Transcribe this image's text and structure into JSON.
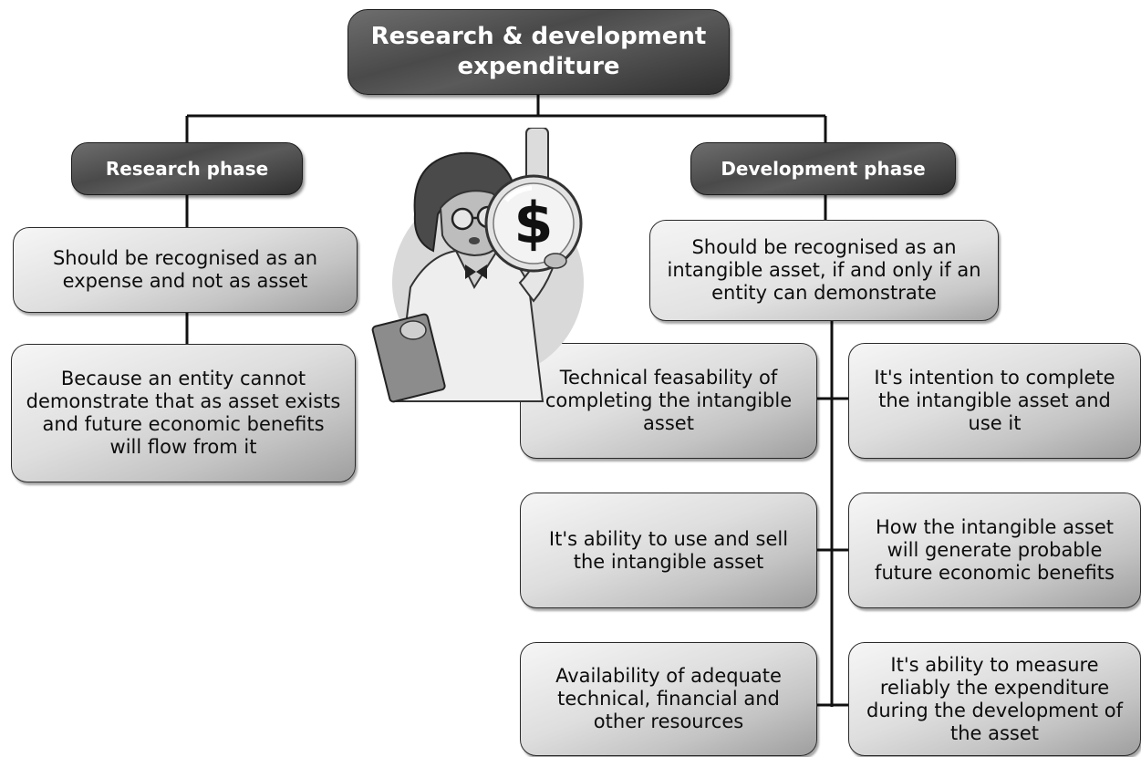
{
  "title": "Research & development expenditure",
  "research": {
    "header": "Research phase",
    "recognition": "Should be recognised as an expense and not as asset",
    "reason": "Because an entity cannot demonstrate that as asset exists and future economic benefits will flow from it"
  },
  "development": {
    "header": "Development phase",
    "recognition": "Should be recognised as an intangible asset, if and only if an entity can demonstrate",
    "criteria": [
      "Technical feasability of completing the intangible asset",
      "It's intention to complete the intangible asset and use it",
      "It's ability to use and sell the intangible asset",
      "How the intangible asset will generate probable future economic benefits",
      "Availability of adequate technical, financial and other resources",
      "It's ability to measure reliably the expenditure during the development of the asset"
    ]
  },
  "illustration": {
    "icon": "scientist-with-money-flask-icon",
    "symbol": "$"
  }
}
